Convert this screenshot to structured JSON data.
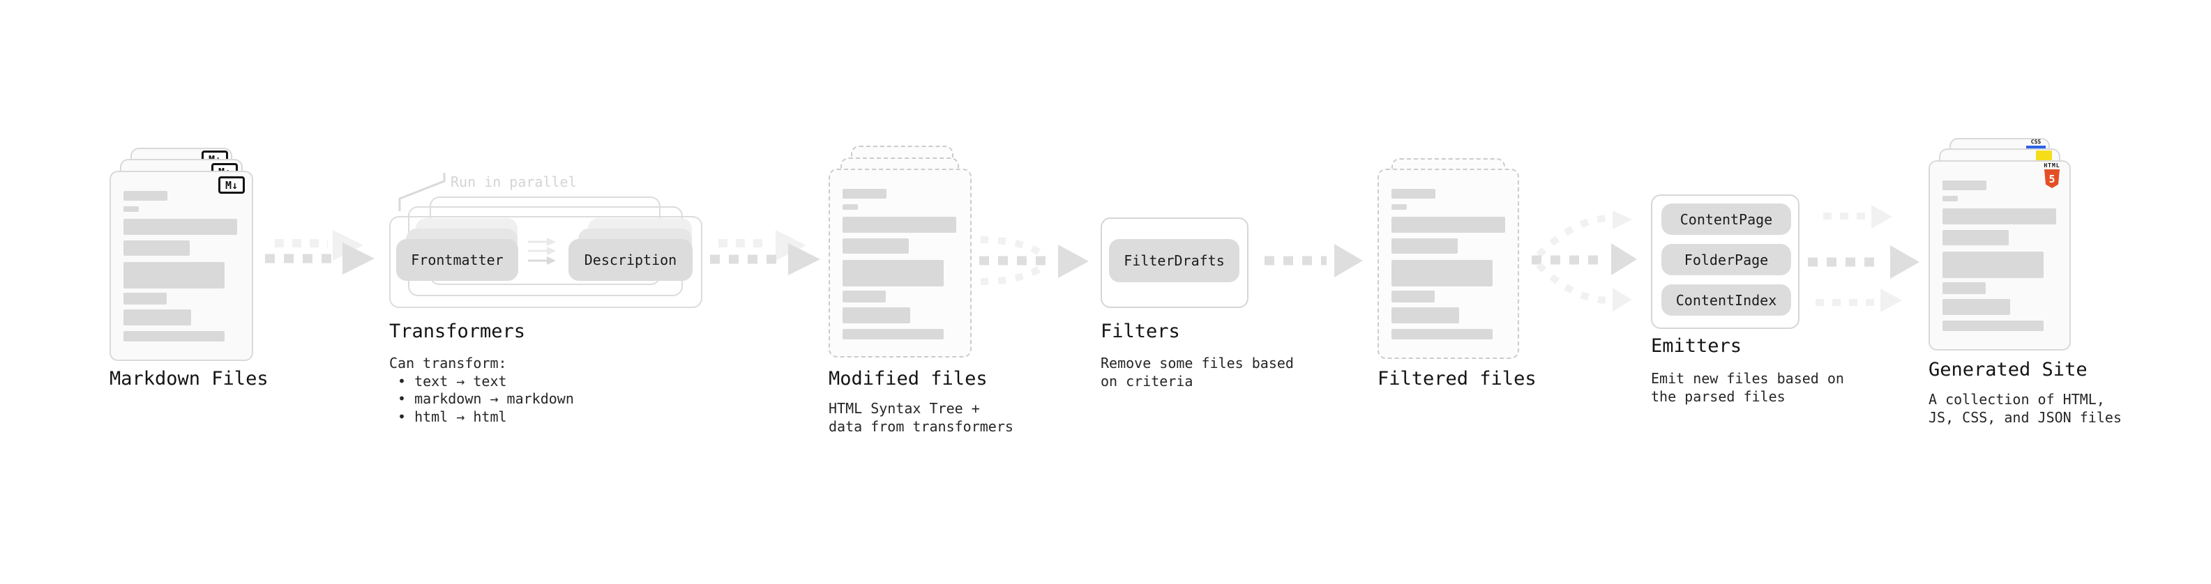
{
  "stages": {
    "markdown": {
      "title": "Markdown Files",
      "badge": "M↓"
    },
    "transformers": {
      "title": "Transformers",
      "note": "Run in parallel",
      "pills": [
        "Frontmatter",
        "Description"
      ],
      "desc": [
        "Can transform:",
        "• text → text",
        "• markdown → markdown",
        "• html → html"
      ]
    },
    "modified": {
      "title": "Modified files",
      "desc": [
        "HTML Syntax Tree +",
        "data from transformers"
      ]
    },
    "filters": {
      "title": "Filters",
      "pills": [
        "FilterDrafts"
      ],
      "desc": [
        "Remove some files based",
        "on criteria"
      ]
    },
    "filtered": {
      "title": "Filtered files"
    },
    "emitters": {
      "title": "Emitters",
      "pills": [
        "ContentPage",
        "FolderPage",
        "ContentIndex"
      ],
      "desc": [
        "Emit new files based on",
        "the parsed files"
      ]
    },
    "generated": {
      "title": "Generated Site",
      "desc": [
        "A collection of HTML,",
        "JS, CSS, and JSON files"
      ],
      "badges": {
        "html_label": "HTML",
        "html_number": "5",
        "css_label": "CSS"
      }
    }
  },
  "colors": {
    "html5_orange": "#e34f26",
    "js_yellow": "#f5de19",
    "css_blue": "#2d62e8",
    "arrow_dark": "#dedede",
    "arrow_light": "#f1f1f1",
    "skeleton_gray": "#d9d9d9"
  }
}
